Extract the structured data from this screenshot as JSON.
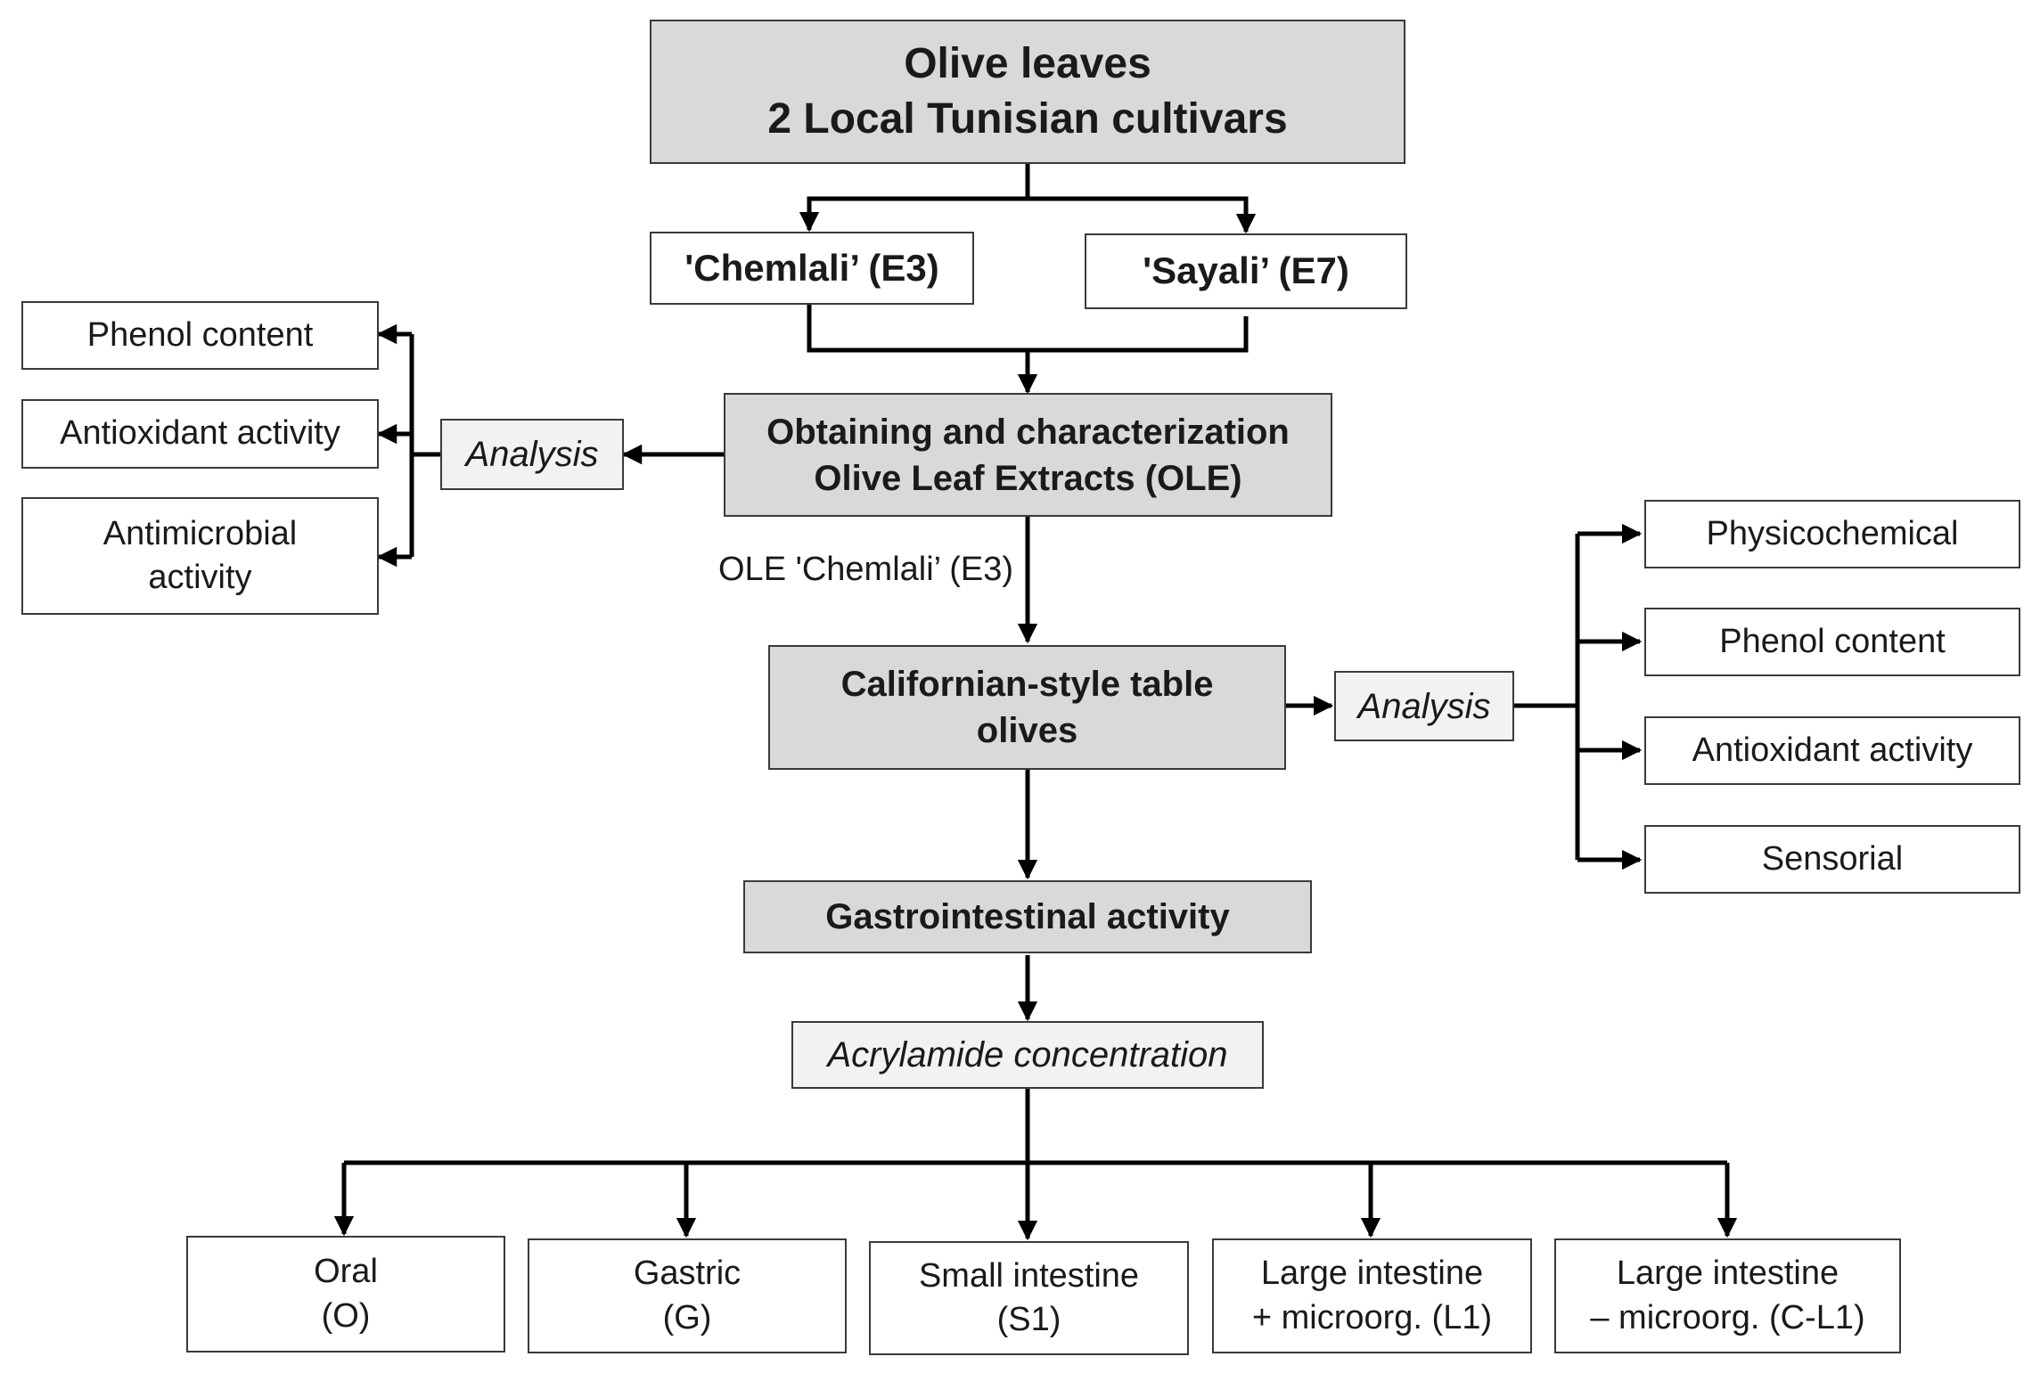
{
  "top": {
    "line1": "Olive leaves",
    "line2": "2 Local Tunisian cultivars"
  },
  "cultivars": {
    "chemlali": "'Chemlali’ (E3)",
    "sayali": "'Sayali’ (E7)"
  },
  "ole": {
    "line1": "Obtaining and characterization",
    "line2": "Olive Leaf Extracts (OLE)"
  },
  "left_analysis": {
    "label": "Analysis",
    "items": [
      "Phenol content",
      "Antioxidant activity",
      "Antimicrobial",
      "activity"
    ]
  },
  "ole_edge_label": "OLE 'Chemlali’ (E3)",
  "californian": {
    "line1": "Californian-style table",
    "line2": "olives"
  },
  "right_analysis": {
    "label": "Analysis",
    "items": [
      "Physicochemical",
      "Phenol content",
      "Antioxidant activity",
      "Sensorial"
    ]
  },
  "gastro": "Gastrointestinal activity",
  "acrylamide": "Acrylamide concentration",
  "phases": [
    {
      "line1": "Oral",
      "line2": "(O)"
    },
    {
      "line1": "Gastric",
      "line2": "(G)"
    },
    {
      "line1": "Small intestine",
      "line2": "(S1)"
    },
    {
      "line1": "Large intestine",
      "line2": "+ microorg. (L1)"
    },
    {
      "line1": "Large intestine",
      "line2": "– microorg. (C-L1)"
    }
  ]
}
